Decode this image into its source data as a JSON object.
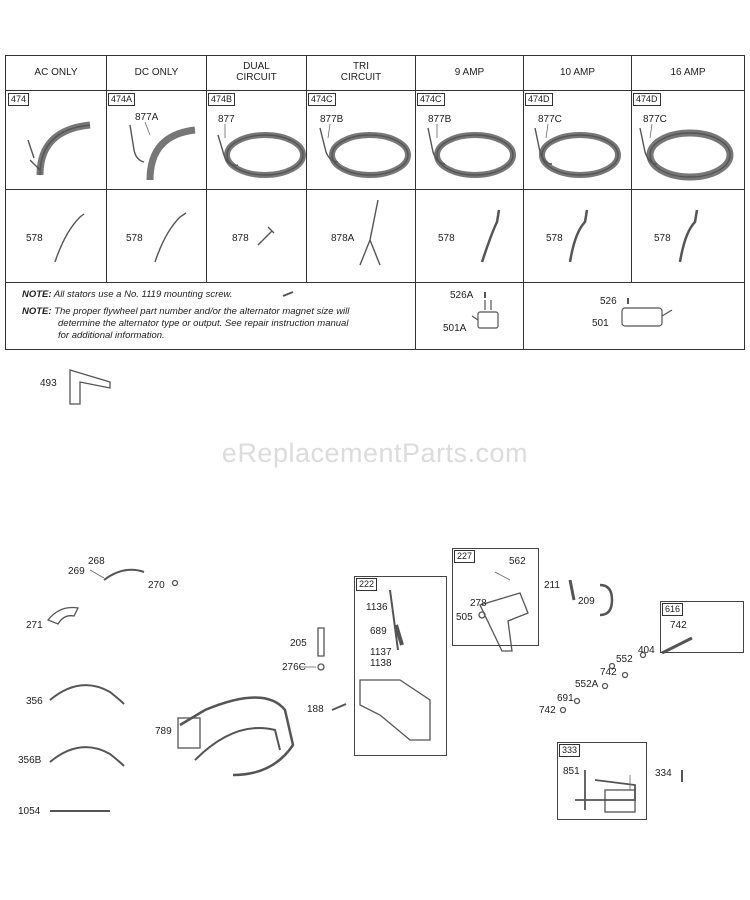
{
  "table": {
    "headers": [
      {
        "line1": "AC ONLY",
        "line2": ""
      },
      {
        "line1": "DC ONLY",
        "line2": ""
      },
      {
        "line1": "DUAL",
        "line2": "CIRCUIT"
      },
      {
        "line1": "TRI",
        "line2": "CIRCUIT"
      },
      {
        "line1": "9 AMP",
        "line2": ""
      },
      {
        "line1": "10 AMP",
        "line2": ""
      },
      {
        "line1": "16 AMP",
        "line2": ""
      }
    ],
    "row1_boxes": [
      "474",
      "474A",
      "474B",
      "474C",
      "474C",
      "474D",
      "474D"
    ],
    "row1_parts": [
      "",
      "877A",
      "877",
      "877B",
      "877B",
      "877C",
      "877C"
    ],
    "row2_parts": [
      "578",
      "578",
      "878",
      "878A",
      "578",
      "578",
      "578"
    ],
    "notes": {
      "label1": "NOTE:",
      "text1": "All stators use a No. 1119 mounting screw.",
      "label2": "NOTE:",
      "text2a": "The proper flywheel part number and/or the alternator magnet size will",
      "text2b": "determine the alternator type or output. See repair instruction manual",
      "text2c": "for additional information."
    },
    "regulators": {
      "p526a": "526A",
      "p501a": "501A",
      "p526": "526",
      "p501": "501"
    }
  },
  "watermark": "eReplacementParts.com",
  "parts": {
    "p493": "493",
    "p268": "268",
    "p269": "269",
    "p270": "270",
    "p271": "271",
    "p356": "356",
    "p356b": "356B",
    "p1054": "1054",
    "p789": "789",
    "p205": "205",
    "p276c": "276C",
    "p188": "188",
    "p222": "222",
    "p1136": "1136",
    "p689": "689",
    "p1137": "1137",
    "p1138": "1138",
    "p227": "227",
    "p562": "562",
    "p278": "278",
    "p505": "505",
    "p211": "211",
    "p209": "209",
    "p616": "616",
    "p742a": "742",
    "p404": "404",
    "p552": "552",
    "p742b": "742",
    "p552a": "552A",
    "p691": "691",
    "p742c": "742",
    "p333": "333",
    "p851": "851",
    "p334": "334"
  }
}
